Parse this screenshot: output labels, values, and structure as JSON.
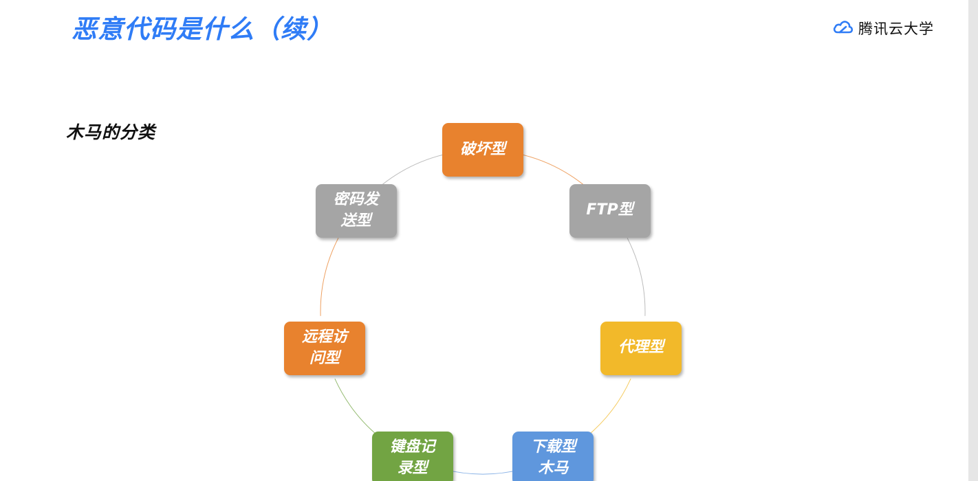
{
  "header": {
    "title": "恶意代码是什么（续）",
    "brand": {
      "name": "腾讯云大学",
      "icon": "cloud-logo-icon",
      "color": "#2f7cf6"
    }
  },
  "section": {
    "title": "木马的分类"
  },
  "cycle": {
    "nodes": [
      {
        "lines": [
          "破坏型"
        ],
        "color": "#e8822e"
      },
      {
        "lines": [
          "FTP型"
        ],
        "color": "#a5a5a5"
      },
      {
        "lines": [
          "代理型"
        ],
        "color": "#f2b92a"
      },
      {
        "lines": [
          "下载型",
          "木马"
        ],
        "color": "#5f97dd"
      },
      {
        "lines": [
          "键盘记",
          "录型"
        ],
        "color": "#72a443"
      },
      {
        "lines": [
          "远程访",
          "问型"
        ],
        "color": "#e8822e"
      },
      {
        "lines": [
          "密码发",
          "送型"
        ],
        "color": "#a5a5a5"
      }
    ]
  }
}
